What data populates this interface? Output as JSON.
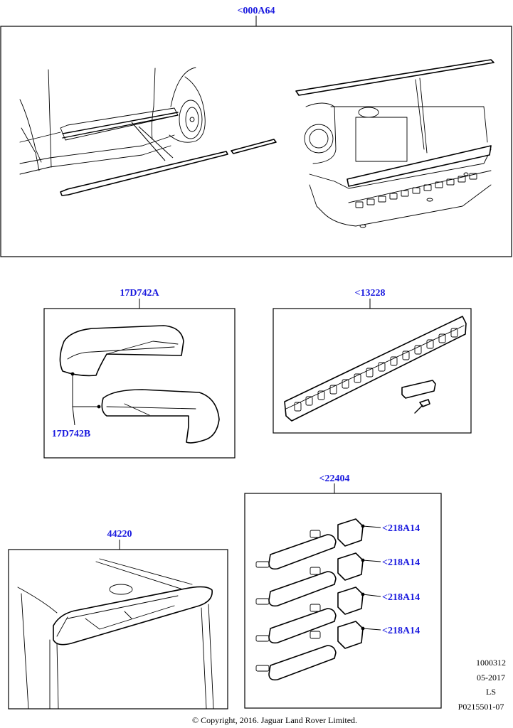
{
  "callouts": {
    "side_mouldings": "<000A64",
    "mirror_cover_a": "17D742A",
    "mirror_cover_b": "17D742B",
    "bumper_protector": "<13228",
    "door_handles": "<22404",
    "handle_cap_1": "<218A14",
    "handle_cap_2": "<218A14",
    "handle_cap_3": "<218A14",
    "handle_cap_4": "<218A14",
    "spoiler": "44220"
  },
  "meta": {
    "line1": "1000312",
    "line2": "05-2017",
    "line3": "LS",
    "line4": "P0215501-07"
  },
  "copyright": "© Copyright, 2016. Jaguar Land Rover Limited.",
  "colors": {
    "callout": "#1a1adf",
    "line": "#000000",
    "background": "#ffffff"
  }
}
